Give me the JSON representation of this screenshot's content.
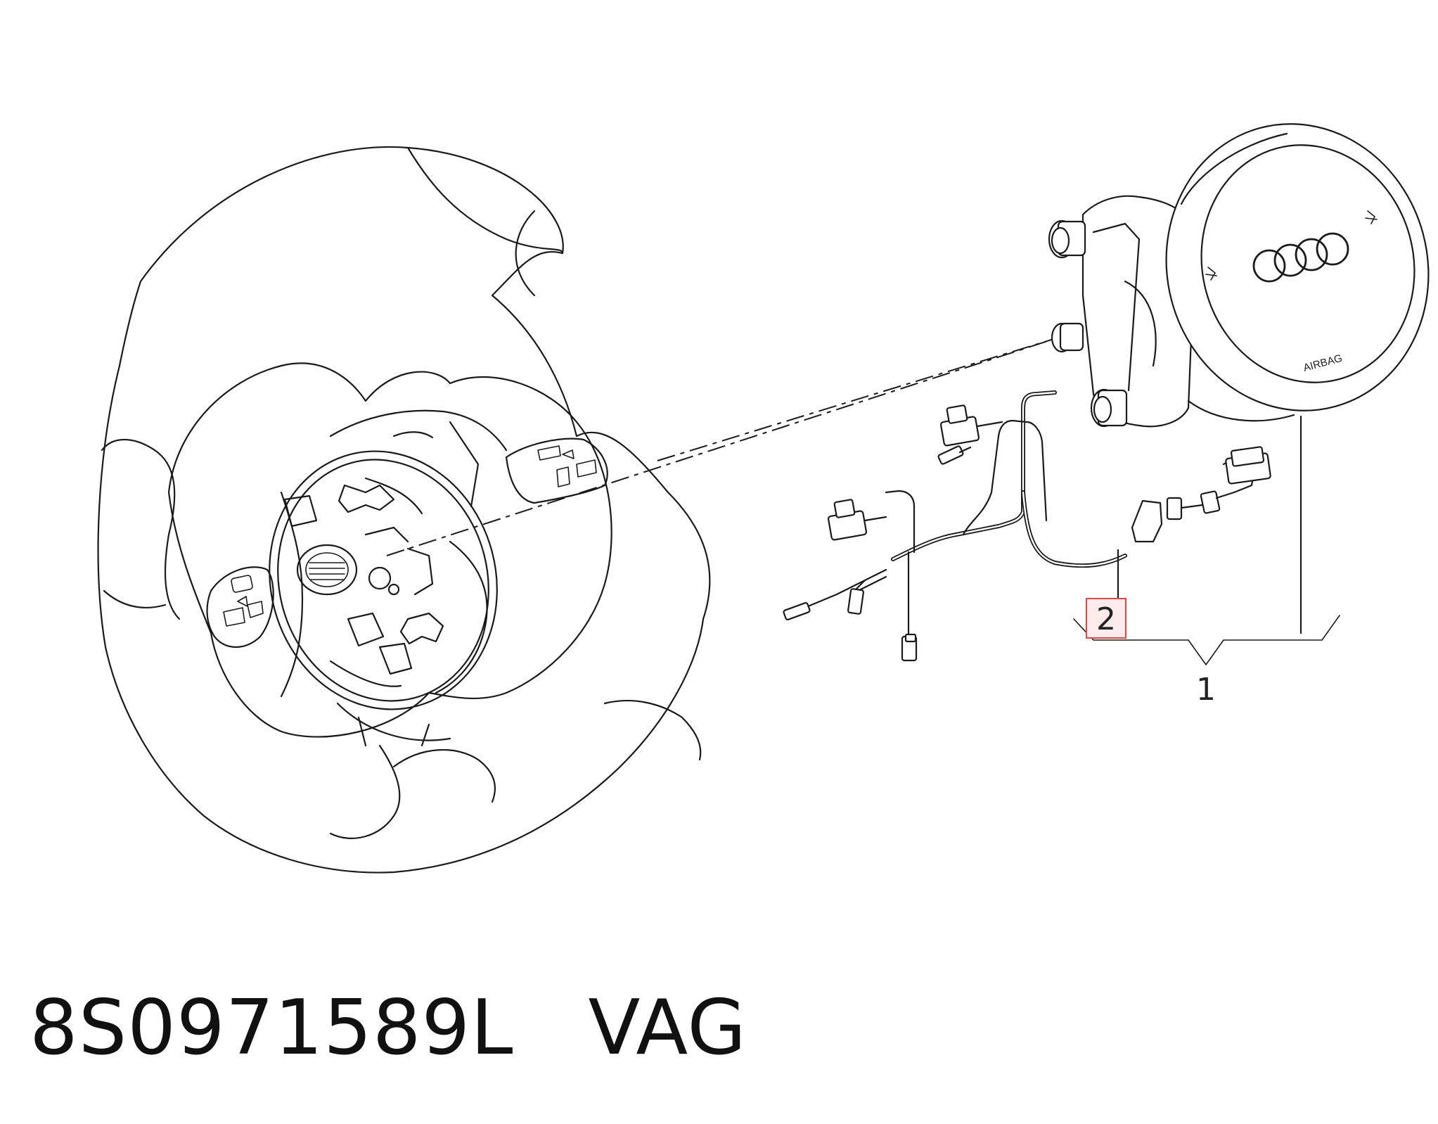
{
  "footer": {
    "part_number": "8S0971589L",
    "brand": "VAG"
  },
  "callouts": {
    "item_1": "1",
    "item_2": "2"
  },
  "airbag_label": "AIRBAG",
  "colors": {
    "line": "#1a1a1a",
    "highlight_border": "#e04848",
    "highlight_fill": "#fdeaea",
    "background": "#ffffff"
  }
}
